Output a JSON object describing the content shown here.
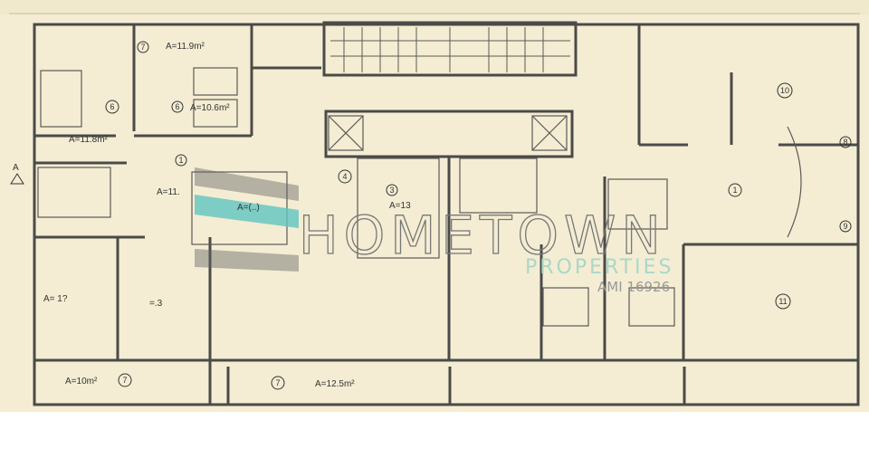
{
  "plan": {
    "section_marker": "A",
    "rooms": [
      {
        "id": "left-bedroom",
        "number": "6",
        "area": "A=11.8m²"
      },
      {
        "id": "top-room",
        "number": "7",
        "area": "A=11.9m²"
      },
      {
        "id": "middle-bedroom",
        "number": "6",
        "area": "A=10.6m²"
      },
      {
        "id": "hall-left",
        "number": "1",
        "area": "A=11."
      },
      {
        "id": "bath-left",
        "number": "",
        "area": "A=(..)"
      },
      {
        "id": "store",
        "number": "4",
        "area": ""
      },
      {
        "id": "kitchen",
        "number": "3",
        "area": "A=13"
      },
      {
        "id": "living-left",
        "number": "",
        "area": "A= 1?"
      },
      {
        "id": "living-left-2",
        "number": "",
        "area": "=.3"
      },
      {
        "id": "balcony-left",
        "number": "7",
        "area": "A=10m²"
      },
      {
        "id": "balcony-mid",
        "number": "7",
        "area": "A=12.5m²"
      },
      {
        "id": "room-10",
        "number": "10",
        "area": ""
      },
      {
        "id": "hall-right",
        "number": "1",
        "area": ""
      },
      {
        "id": "wc-8",
        "number": "8",
        "area": ""
      },
      {
        "id": "wc-9",
        "number": "9",
        "area": ""
      },
      {
        "id": "room-11",
        "number": "11",
        "area": ""
      }
    ]
  },
  "watermark": {
    "brand": "HOMETOWN",
    "tagline": "PROPERTIES",
    "license": "AMI 16926",
    "accent_color": "#5fc4c0"
  },
  "colors": {
    "paper": "#f4edd3",
    "walls": "#4a4a48"
  }
}
